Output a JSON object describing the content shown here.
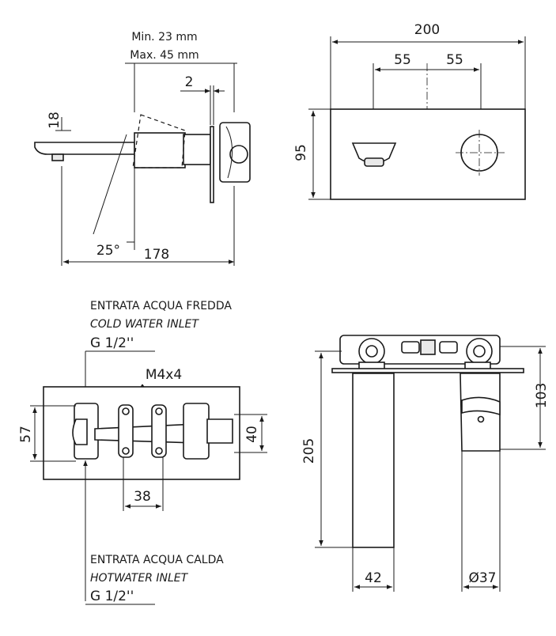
{
  "side_view": {
    "wall_thickness_min": "Min. 23 mm",
    "wall_thickness_max": "Max. 45 mm",
    "plate_thickness": "2",
    "spout_height": "18",
    "spout_angle": "25°",
    "projection": "178"
  },
  "front_view": {
    "plate_width": "200",
    "left_spacing": "55",
    "right_spacing": "55",
    "plate_height": "95"
  },
  "rear_view": {
    "cold_inlet_it": "ENTRATA ACQUA FREDDA",
    "cold_inlet_en": "COLD WATER INLET",
    "cold_inlet_size": "G 1/2''",
    "screw_spec": "M4x4",
    "height_left": "57",
    "height_right": "40",
    "screw_spacing": "38",
    "hot_inlet_it": "ENTRATA ACQUA CALDA",
    "hot_inlet_en": "HOTWATER INLET",
    "hot_inlet_size": "G 1/2''"
  },
  "top_view": {
    "total_depth": "205",
    "spout_depth": "103",
    "body_width": "42",
    "handle_diameter": "Ø37"
  }
}
